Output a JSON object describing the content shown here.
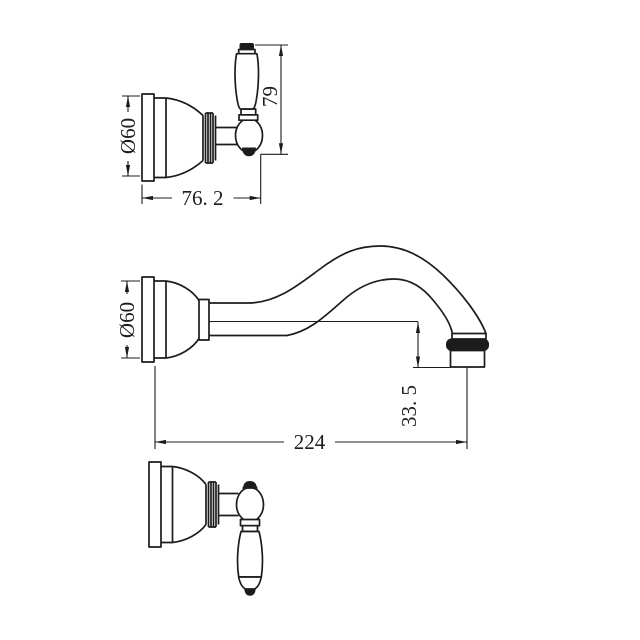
{
  "drawing": {
    "background": "#ffffff",
    "ink": "#1c1c1c",
    "views": {
      "handle_side": {
        "diameter_label": "Ø60",
        "height_label": "79",
        "width_label": "76. 2"
      },
      "spout_side": {
        "diameter_label": "Ø60",
        "projection_label": "224",
        "outlet_drop_label": "33. 5"
      }
    }
  }
}
